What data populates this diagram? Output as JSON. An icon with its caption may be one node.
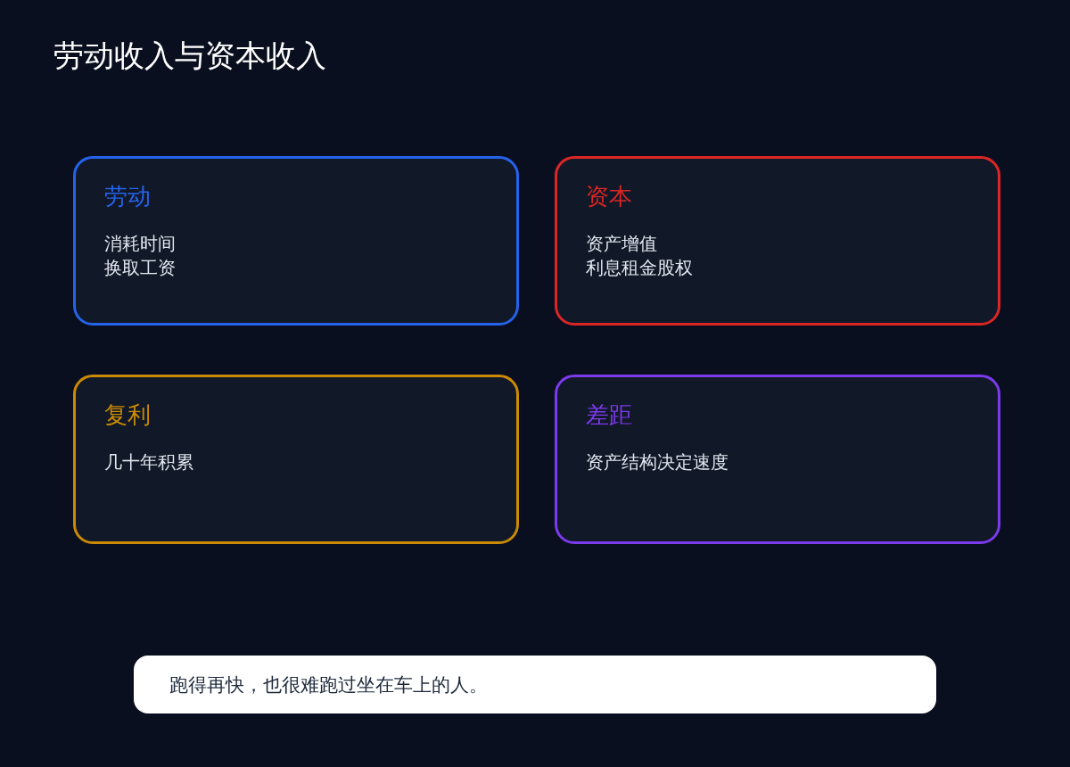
{
  "diagram": {
    "title": "劳动收入与资本收入",
    "nodes": [
      {
        "text": [
          "劳动",
          "消耗时间",
          "换取工资"
        ]
      },
      {
        "text": [
          "资本",
          "资产增值",
          "利息租金股权"
        ]
      },
      {
        "text": [
          "复利",
          "几十年积累"
        ]
      },
      {
        "text": [
          "差距",
          "资产结构决定速度"
        ]
      },
      {
        "text": [
          "跑得再快，也很难跑过坐在车上的人。"
        ]
      }
    ],
    "edges": []
  }
}
